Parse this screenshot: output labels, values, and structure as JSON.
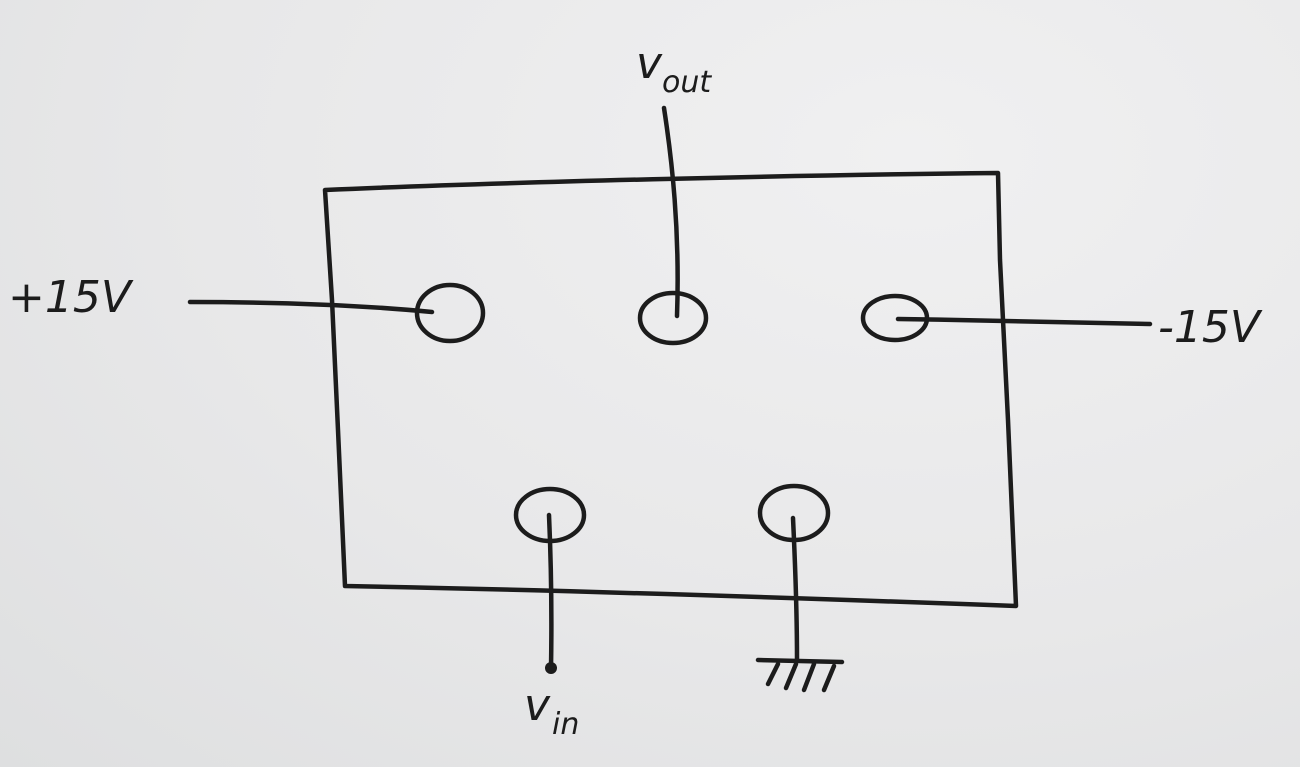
{
  "diagram": {
    "ink_color": "#1c1c1c",
    "paper_color": "#e9e9ea",
    "terminals": {
      "positive_supply": {
        "label": "+15V"
      },
      "output": {
        "symbol": "v",
        "subscript": "out"
      },
      "negative_supply": {
        "label": "-15V"
      },
      "input": {
        "symbol": "v",
        "subscript": "in"
      },
      "ground": {
        "label": ""
      }
    }
  }
}
